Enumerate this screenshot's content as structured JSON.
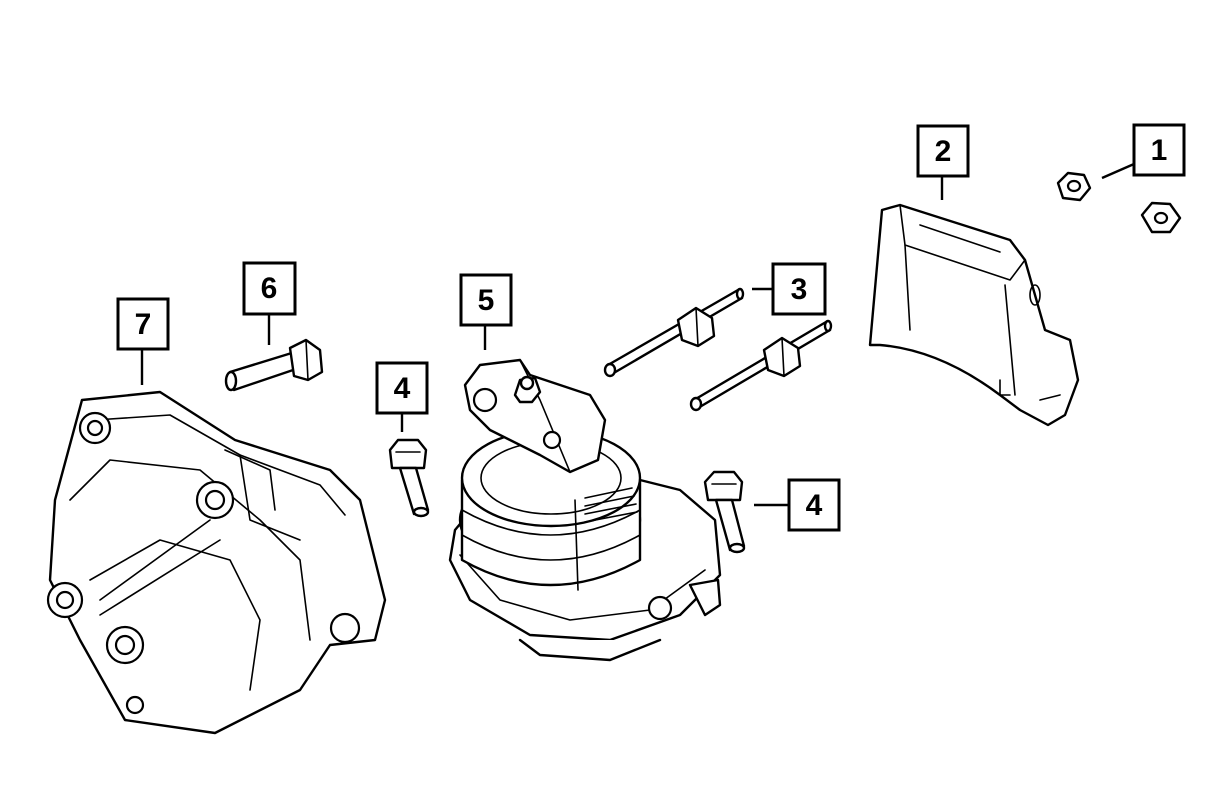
{
  "callouts": [
    {
      "id": "1",
      "label": "1"
    },
    {
      "id": "2",
      "label": "2"
    },
    {
      "id": "3",
      "label": "3"
    },
    {
      "id": "4a",
      "label": "4"
    },
    {
      "id": "4b",
      "label": "4"
    },
    {
      "id": "5",
      "label": "5"
    },
    {
      "id": "6",
      "label": "6"
    },
    {
      "id": "7",
      "label": "7"
    }
  ],
  "colors": {
    "line": "#000000",
    "background": "#ffffff"
  }
}
